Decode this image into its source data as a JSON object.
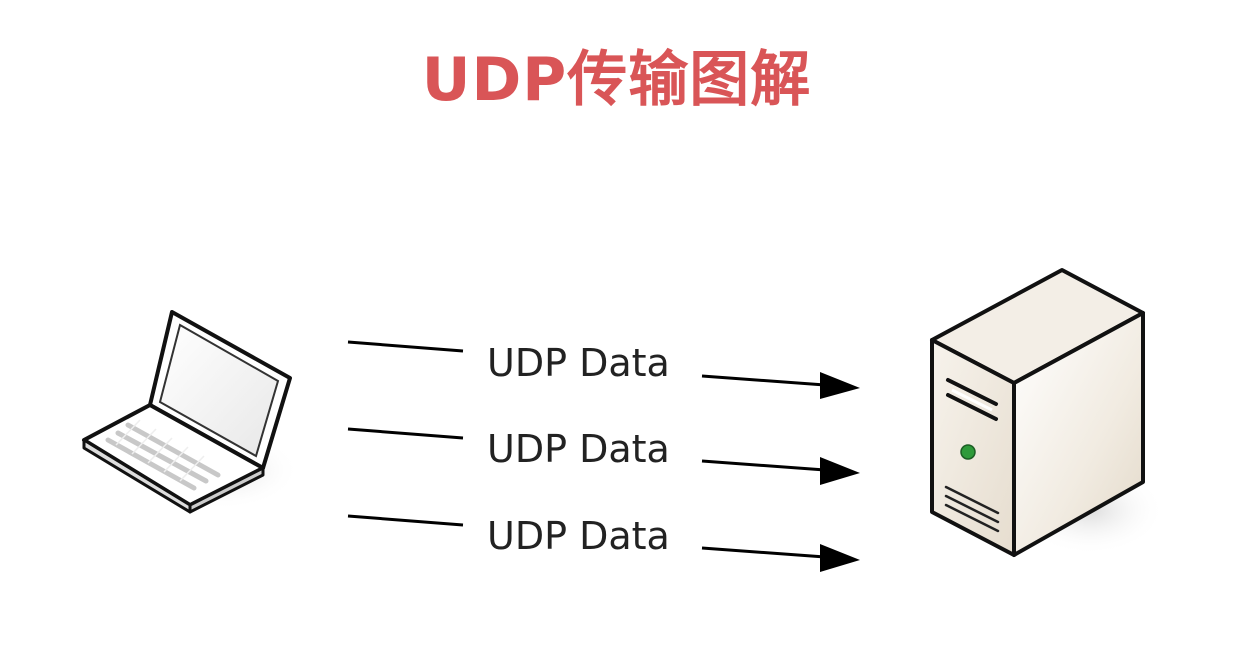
{
  "title": "UDP传输图解",
  "packets": [
    {
      "label": "UDP Data"
    },
    {
      "label": "UDP Data"
    },
    {
      "label": "UDP Data"
    }
  ],
  "icons": {
    "sender": "laptop-icon",
    "receiver": "server-icon"
  },
  "colors": {
    "title": "#d95557",
    "arrow": "#000000",
    "text": "#222222",
    "server_body": "#efe9df",
    "server_led": "#2e9a3a"
  }
}
